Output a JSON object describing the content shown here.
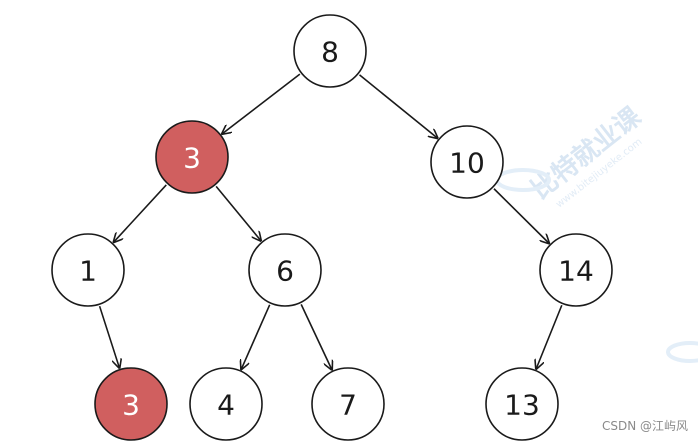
{
  "colors": {
    "stroke": "#1a1a1a",
    "node_fill": "#ffffff",
    "highlight_fill": "#d05f5f",
    "text": "#1a1a1a",
    "highlight_text": "#ffffff"
  },
  "tree": {
    "nodes": [
      {
        "id": "n8",
        "label": "8",
        "highlight": false
      },
      {
        "id": "n3",
        "label": "3",
        "highlight": true
      },
      {
        "id": "n10",
        "label": "10",
        "highlight": false
      },
      {
        "id": "n1",
        "label": "1",
        "highlight": false
      },
      {
        "id": "n6",
        "label": "6",
        "highlight": false
      },
      {
        "id": "n14",
        "label": "14",
        "highlight": false
      },
      {
        "id": "n3b",
        "label": "3",
        "highlight": true
      },
      {
        "id": "n4",
        "label": "4",
        "highlight": false
      },
      {
        "id": "n7",
        "label": "7",
        "highlight": false
      },
      {
        "id": "n13",
        "label": "13",
        "highlight": false
      }
    ],
    "edges": [
      {
        "from": "n8",
        "to": "n3"
      },
      {
        "from": "n8",
        "to": "n10"
      },
      {
        "from": "n3",
        "to": "n1"
      },
      {
        "from": "n3",
        "to": "n6"
      },
      {
        "from": "n10",
        "to": "n14"
      },
      {
        "from": "n1",
        "to": "n3b"
      },
      {
        "from": "n6",
        "to": "n4"
      },
      {
        "from": "n6",
        "to": "n7"
      },
      {
        "from": "n14",
        "to": "n13"
      }
    ]
  },
  "watermark": {
    "text": "比特就业课",
    "subtext": "www.bitejiuyeke.com"
  },
  "credit": "CSDN @江屿风"
}
